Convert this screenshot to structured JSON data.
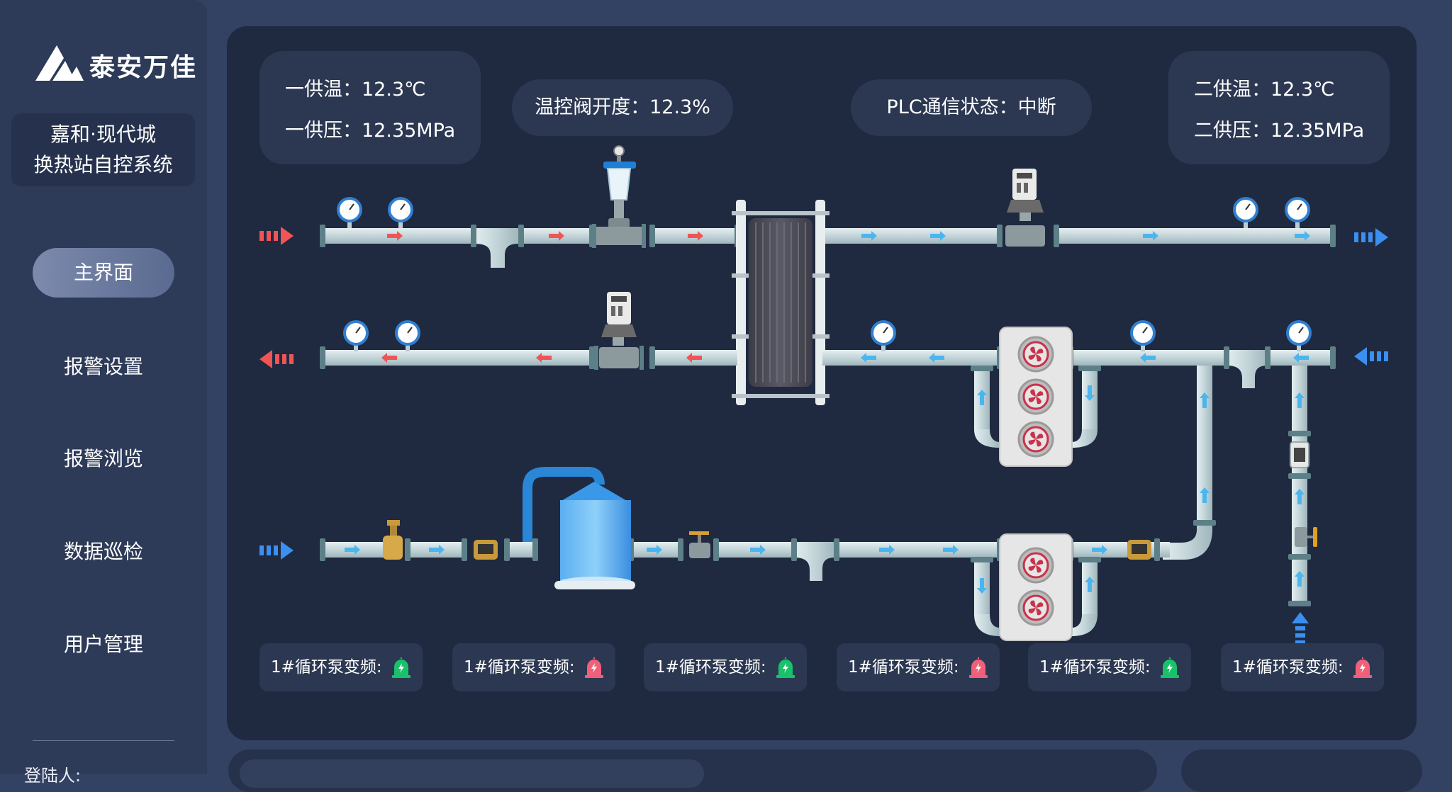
{
  "brand": {
    "name": "泰安万佳"
  },
  "system": {
    "line1": "嘉和·现代城",
    "line2": "换热站自控系统"
  },
  "nav": [
    {
      "label": "主界面",
      "active": true
    },
    {
      "label": "报警设置",
      "active": false
    },
    {
      "label": "报警浏览",
      "active": false
    },
    {
      "label": "数据巡检",
      "active": false
    },
    {
      "label": "用户管理",
      "active": false
    }
  ],
  "login": {
    "label": "登陆人:"
  },
  "readings": {
    "primary": {
      "temp": "一供温：12.3℃",
      "pressure": "一供压：12.35MPa"
    },
    "valve": "温控阀开度：12.3%",
    "plc": "PLC通信状态：中断",
    "secondary": {
      "temp": "二供温：12.3℃",
      "pressure": "二供压：12.35MPa"
    }
  },
  "pumps": [
    {
      "label": "1#循环泵变频:",
      "status": "normal"
    },
    {
      "label": "1#循环泵变频:",
      "status": "alarm"
    },
    {
      "label": "1#循环泵变频:",
      "status": "normal"
    },
    {
      "label": "1#循环泵变频:",
      "status": "alarm"
    },
    {
      "label": "1#循环泵变频:",
      "status": "normal"
    },
    {
      "label": "1#循环泵变频:",
      "status": "alarm"
    }
  ],
  "colors": {
    "hot_flow": "#f05454",
    "cold_flow": "#3a8ff0",
    "status_normal": "#19c26a",
    "status_alarm": "#f0607a",
    "pipe": "#c8d8dc"
  }
}
